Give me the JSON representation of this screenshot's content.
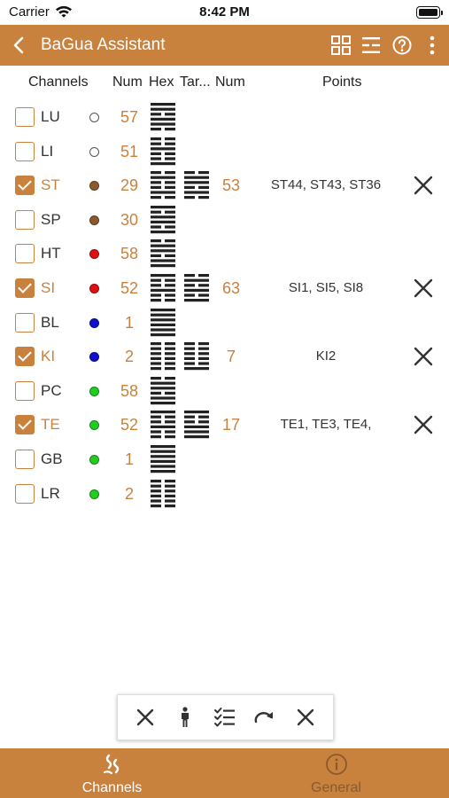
{
  "status": {
    "carrier": "Carrier",
    "time": "8:42 PM"
  },
  "app": {
    "title": "BaGua Assistant"
  },
  "columns": {
    "channels": "Channels",
    "num": "Num",
    "hex": "Hex",
    "target": "Tar...",
    "target_num": "Num",
    "points": "Points"
  },
  "colors": {
    "accent": "#c9813e",
    "wood": "#8b5a2b",
    "fire": "#dd1111",
    "water": "#1111cc",
    "green": "#22cc22"
  },
  "rows": [
    {
      "name": "LU",
      "checked": false,
      "dot": "#ffffff",
      "num": "57",
      "hex": [
        1,
        1,
        0,
        1,
        1,
        0
      ],
      "target": null,
      "target_num": "",
      "points": ""
    },
    {
      "name": "LI",
      "checked": false,
      "dot": "#ffffff",
      "num": "51",
      "hex": [
        0,
        0,
        1,
        0,
        0,
        1
      ],
      "target": null,
      "target_num": "",
      "points": ""
    },
    {
      "name": "ST",
      "checked": true,
      "dot": "#8b5a2b",
      "num": "29",
      "hex": [
        0,
        1,
        0,
        0,
        1,
        0
      ],
      "target": [
        0,
        1,
        1,
        0,
        1,
        0
      ],
      "target_num": "53",
      "points": "ST44, ST43, ST36"
    },
    {
      "name": "SP",
      "checked": false,
      "dot": "#8b5a2b",
      "num": "30",
      "hex": [
        1,
        0,
        1,
        1,
        0,
        1
      ],
      "target": null,
      "target_num": "",
      "points": ""
    },
    {
      "name": "HT",
      "checked": false,
      "dot": "#dd1111",
      "num": "58",
      "hex": [
        0,
        1,
        1,
        0,
        1,
        1
      ],
      "target": null,
      "target_num": "",
      "points": ""
    },
    {
      "name": "SI",
      "checked": true,
      "dot": "#dd1111",
      "num": "52",
      "hex": [
        1,
        0,
        0,
        1,
        0,
        0
      ],
      "target": [
        0,
        1,
        0,
        1,
        0,
        1
      ],
      "target_num": "63",
      "points": "SI1, SI5, SI8"
    },
    {
      "name": "BL",
      "checked": false,
      "dot": "#1111cc",
      "num": "1",
      "hex": [
        1,
        1,
        1,
        1,
        1,
        1
      ],
      "target": null,
      "target_num": "",
      "points": ""
    },
    {
      "name": "KI",
      "checked": true,
      "dot": "#1111cc",
      "num": "2",
      "hex": [
        0,
        0,
        0,
        0,
        0,
        0
      ],
      "target": [
        0,
        0,
        0,
        0,
        0,
        1
      ],
      "target_num": "7",
      "points": "KI2"
    },
    {
      "name": "PC",
      "checked": false,
      "dot": "#22cc22",
      "num": "58",
      "hex": [
        0,
        1,
        1,
        0,
        1,
        1
      ],
      "target": null,
      "target_num": "",
      "points": ""
    },
    {
      "name": "TE",
      "checked": true,
      "dot": "#22cc22",
      "num": "52",
      "hex": [
        1,
        0,
        0,
        1,
        0,
        0
      ],
      "target": [
        1,
        0,
        0,
        1,
        1,
        1
      ],
      "target_num": "17",
      "points": "TE1, TE3, TE4,"
    },
    {
      "name": "GB",
      "checked": false,
      "dot": "#22cc22",
      "num": "1",
      "hex": [
        1,
        1,
        1,
        1,
        1,
        1
      ],
      "target": null,
      "target_num": "",
      "points": ""
    },
    {
      "name": "LR",
      "checked": false,
      "dot": "#22cc22",
      "num": "2",
      "hex": [
        0,
        0,
        0,
        0,
        0,
        0
      ],
      "target": null,
      "target_num": "",
      "points": ""
    }
  ],
  "toolbar": {
    "icons": [
      "close-icon",
      "person-icon",
      "checklist-icon",
      "redo-icon",
      "close-icon"
    ]
  },
  "tabs": [
    {
      "label": "Channels",
      "icon": "channels-wave-icon",
      "active": true
    },
    {
      "label": "General",
      "icon": "info-icon",
      "active": false
    }
  ]
}
